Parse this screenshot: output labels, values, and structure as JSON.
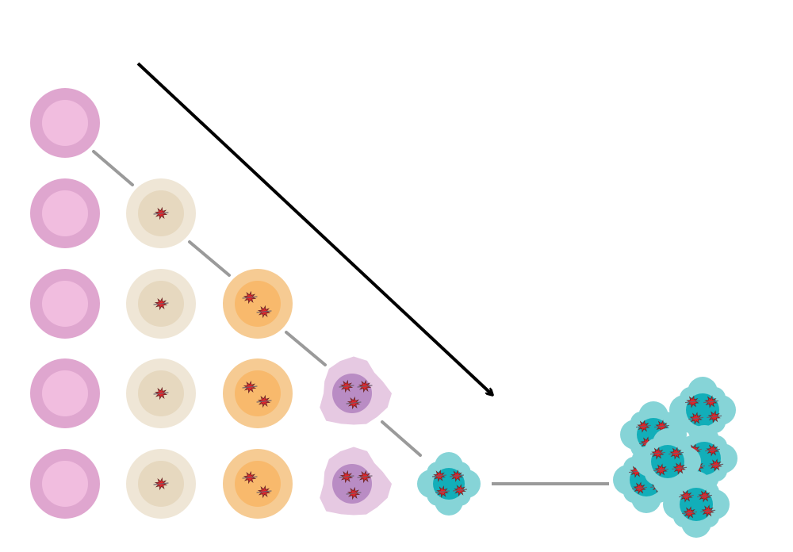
{
  "diagram": {
    "colors": {
      "background": "#ffffff",
      "healthy_outer": "#dfa6cf",
      "healthy_inner": "#f1bddf",
      "stage1_outer": "#efe6d6",
      "stage1_inner": "#e6d8bf",
      "stage2_outer": "#f6cb93",
      "stage2_inner": "#f8b96c",
      "stage3_outer": "#e6c9e2",
      "stage3_inner": "#b98cc4",
      "tumor_outer": "#86d4d7",
      "tumor_inner": "#12aeb9",
      "mutation": "#e2242b",
      "connector": "#9a9a9a",
      "arrow": "#000000"
    },
    "icons": {
      "healthy_cell": "healthy-cell-icon",
      "mutated_cell": "mutated-cell-icon",
      "mutation": "mutation-star-icon",
      "tumor_cluster": "tumor-cluster-icon",
      "progression_arrow": "progression-arrow-icon"
    },
    "rows": [
      {
        "cells": [
          "healthy"
        ]
      },
      {
        "cells": [
          "healthy",
          "stage1"
        ]
      },
      {
        "cells": [
          "healthy",
          "stage1",
          "stage2"
        ]
      },
      {
        "cells": [
          "healthy",
          "stage1",
          "stage2",
          "stage3"
        ]
      },
      {
        "cells": [
          "healthy",
          "stage1",
          "stage2",
          "stage3",
          "tumor"
        ]
      }
    ],
    "mutation_counts": {
      "healthy": 0,
      "stage1": 1,
      "stage2": 2,
      "stage3": 3,
      "tumor": 4
    },
    "tumor_cluster_cells": 6
  }
}
